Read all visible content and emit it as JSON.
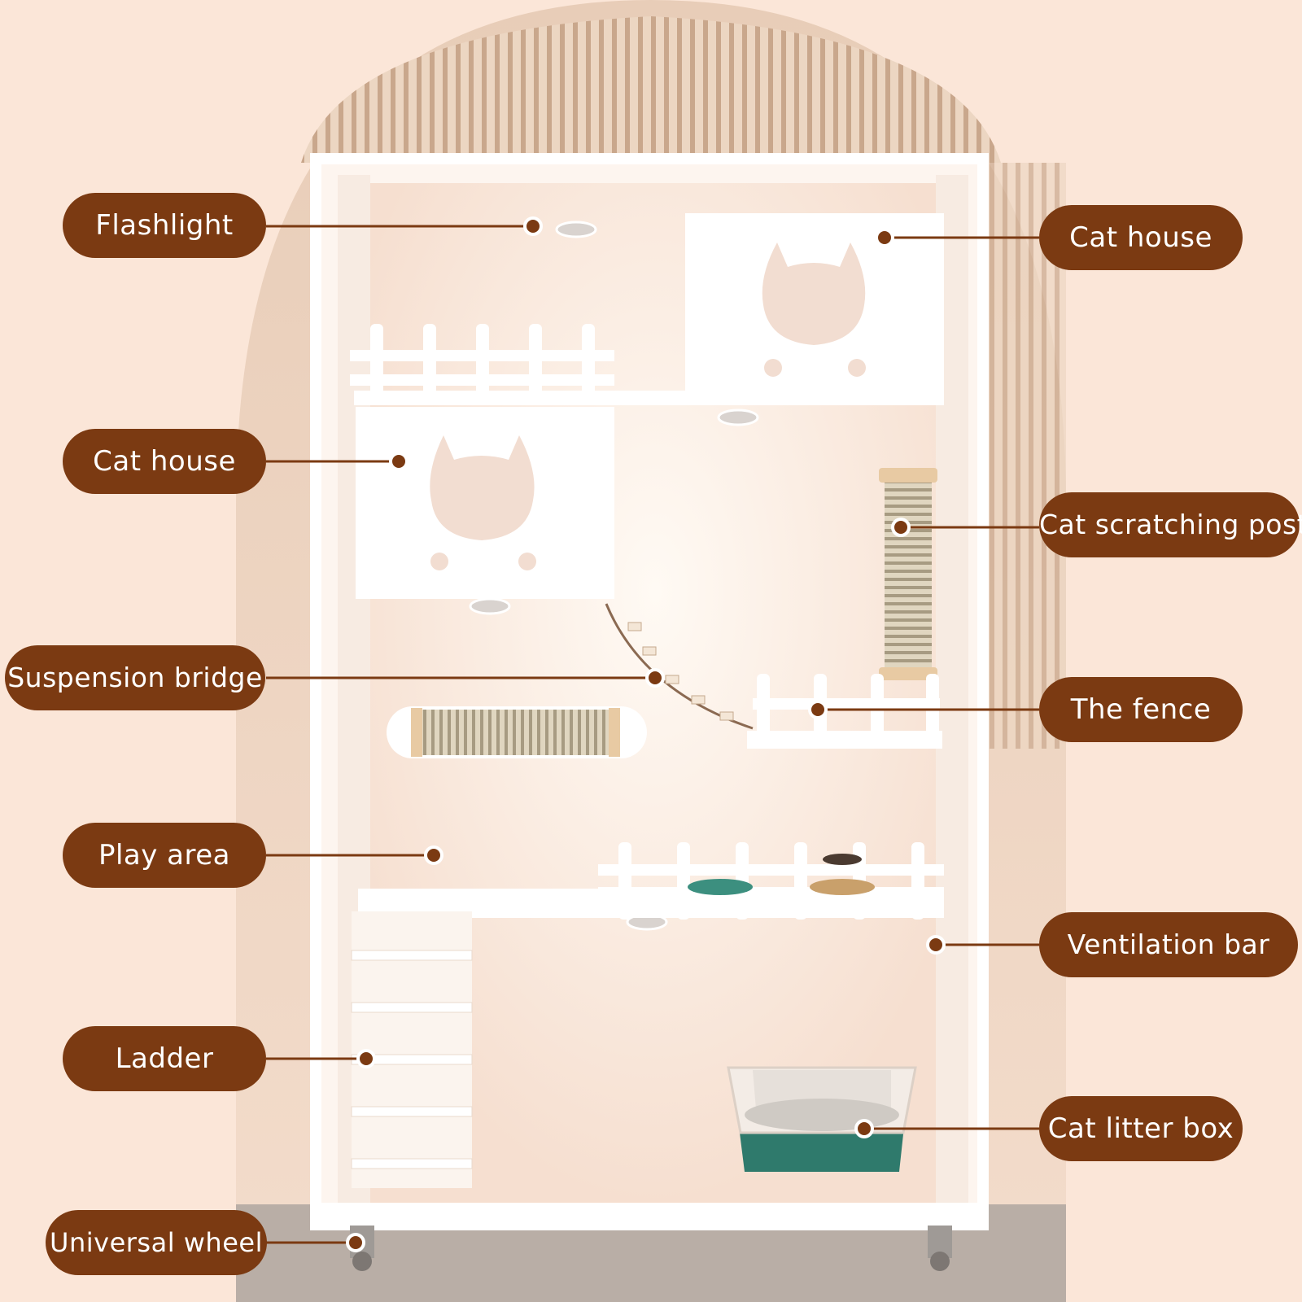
{
  "labels": {
    "flashlight": "Flashlight",
    "cat_house_top": "Cat house",
    "cat_house_mid": "Cat house",
    "cat_scratching_post": "Cat scratching post",
    "suspension_bridge": "Suspension bridge",
    "the_fence": "The fence",
    "play_area": "Play area",
    "ventilation_bar": "Ventilation bar",
    "ladder": "Ladder",
    "cat_litter_box": "Cat litter box",
    "universal_wheel": "Universal wheel"
  },
  "colors": {
    "background": "#fbe6d8",
    "label_fill": "#7b3a12",
    "label_text": "#ffffff",
    "cabinet": "#ffffff",
    "litter_box": "#2f7a6c",
    "scratch_rope": "#cfc3a8"
  }
}
